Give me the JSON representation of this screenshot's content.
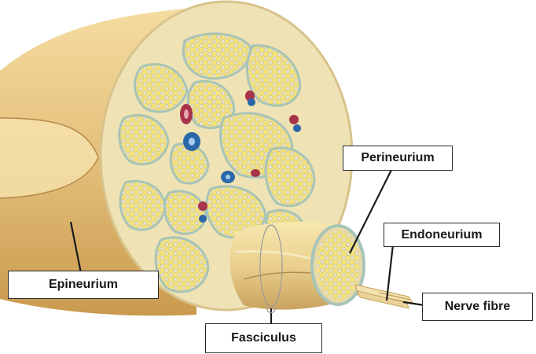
{
  "labels": {
    "perineurium": "Perineurium",
    "endoneurium": "Endoneurium",
    "epineurium": "Epineurium",
    "nerve_fibre": "Nerve fibre",
    "fasciculus": "Fasciculus"
  },
  "colors": {
    "epineurium_tan": "#e6c27e",
    "epineurium_shadow": "#c99a4e",
    "cross_section": "#efe2b4",
    "fascicle_fill": "#f3e27a",
    "axon_dot": "#e8e1c8",
    "perineurium_ring": "#a8c4b8",
    "vessel_red": "#a8334a",
    "vessel_blue": "#2a67a8",
    "label_border": "#2a2a2a"
  }
}
